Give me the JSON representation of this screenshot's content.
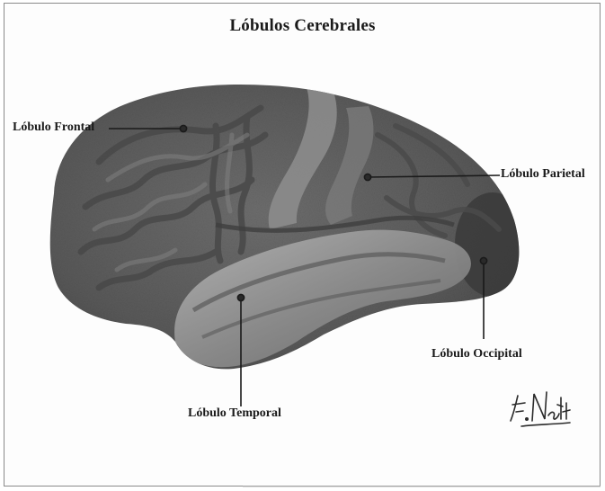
{
  "diagram": {
    "title": "Lóbulos Cerebrales",
    "labels": {
      "frontal": "Lóbulo Frontal",
      "parietal": "Lóbulo Parietal",
      "temporal": "Lóbulo Temporal",
      "occipital": "Lóbulo Occipital"
    },
    "signature_text": "F. Netter",
    "colors": {
      "brain": "#5e5e5e",
      "brain_dark": "#3f3f3f",
      "gyrus_light": "#9a9a9a",
      "line": "#1a1a1a"
    }
  }
}
